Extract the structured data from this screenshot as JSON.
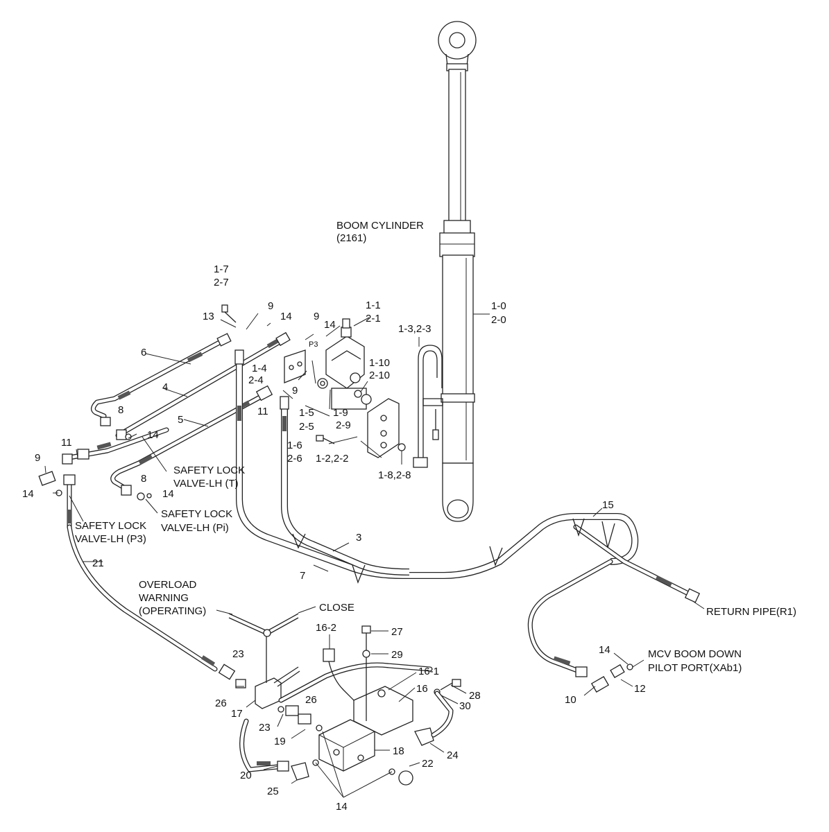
{
  "labels": {
    "boom_cylinder": "BOOM CYLINDER",
    "boom_cylinder_no": "(2161)",
    "l_1_7": "1-7",
    "l_2_7": "2-7",
    "l_13": "13",
    "l_9a": "9",
    "l_14a": "14",
    "l_9b": "9",
    "l_14b": "14",
    "l_1_1": "1-1",
    "l_2_1": "2-1",
    "l_1_3": "1-3,2-3",
    "l_1_0": "1-0",
    "l_2_0": "2-0",
    "l_6": "6",
    "l_1_4": "1-4",
    "l_2_4": "2-4",
    "l_p3": "P3",
    "l_1_10": "1-10",
    "l_2_10": "2-10",
    "l_4": "4",
    "l_9c": "9",
    "l_11a": "11",
    "l_1_5": "1-5",
    "l_2_5": "2-5",
    "l_1_9": "1-9",
    "l_2_9": "2-9",
    "l_8a": "8",
    "l_5": "5",
    "l_11b": "11",
    "l_14c": "14",
    "l_1_6": "1-6",
    "l_2_6": "2-6",
    "l_1_2": "1-2,2-2",
    "l_9d": "9",
    "l_sl_t1": "SAFETY LOCK",
    "l_sl_t2": "VALVE-LH (T)",
    "l_1_8": "1-8,2-8",
    "l_8b": "8",
    "l_14d": "14",
    "l_14e": "14",
    "l_sl_pi1": "SAFETY LOCK",
    "l_sl_pi2": "VALVE-LH (Pi)",
    "l_sl_p31": "SAFETY LOCK",
    "l_sl_p32": "VALVE-LH (P3)",
    "l_15": "15",
    "l_3": "3",
    "l_21": "21",
    "l_7": "7",
    "l_overload1": "OVERLOAD",
    "l_overload2": "WARNING",
    "l_overload3": "(OPERATING)",
    "l_close": "CLOSE",
    "l_return": "RETURN PIPE(R1)",
    "l_16_2": "16-2",
    "l_27": "27",
    "l_29": "29",
    "l_14f": "14",
    "l_mcv1": "MCV BOOM DOWN",
    "l_mcv2": "PILOT PORT(XAb1)",
    "l_23a": "23",
    "l_16_1": "16-1",
    "l_16": "16",
    "l_28": "28",
    "l_10": "10",
    "l_12": "12",
    "l_26a": "26",
    "l_26b": "26",
    "l_30": "30",
    "l_17": "17",
    "l_23b": "23",
    "l_19": "19",
    "l_18": "18",
    "l_24": "24",
    "l_20": "20",
    "l_22": "22",
    "l_25": "25",
    "l_14g": "14"
  }
}
